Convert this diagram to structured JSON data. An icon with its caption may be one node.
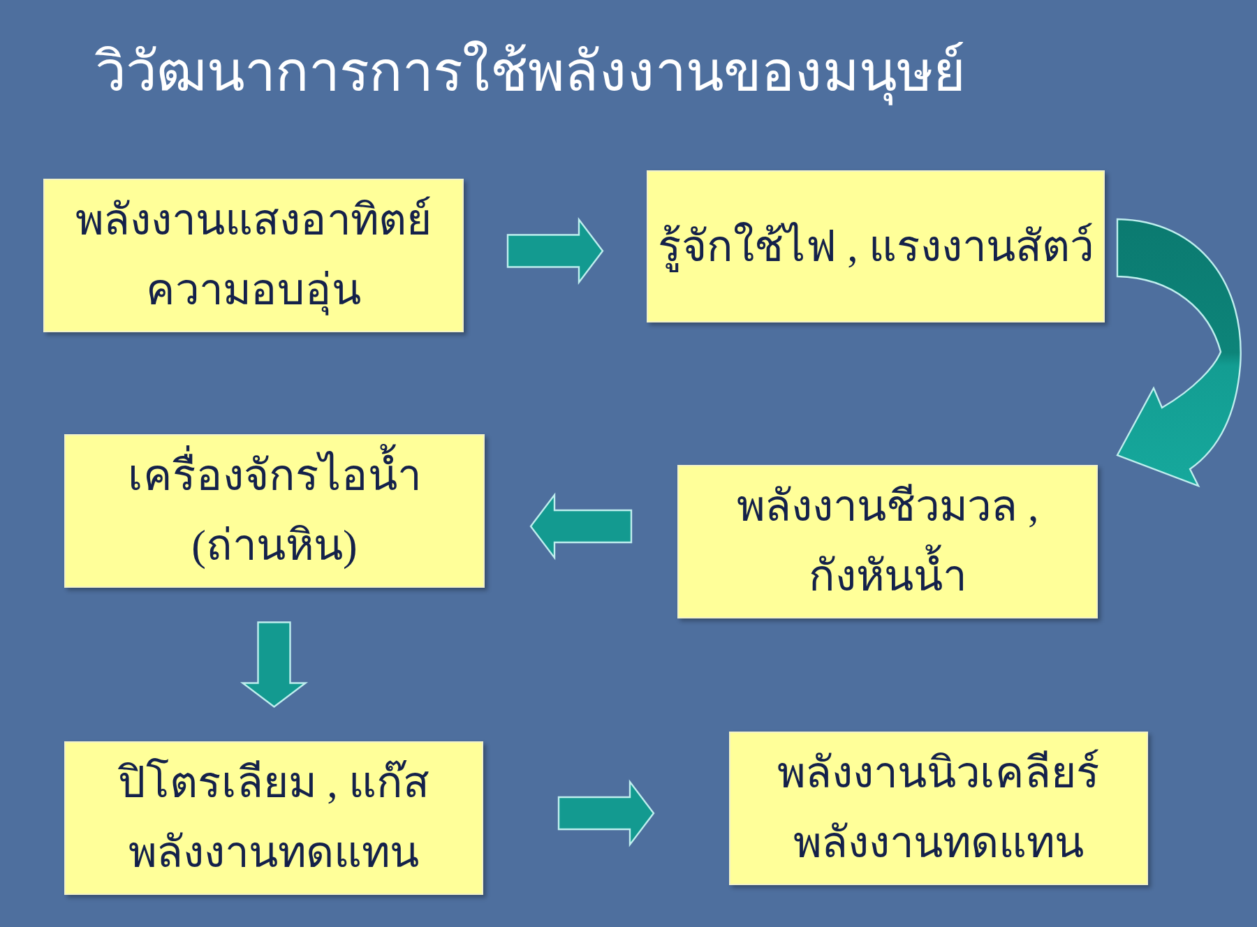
{
  "diagram": {
    "title": "วิวัฒนาการการใช้พลังงานของมนุษย์",
    "nodes": [
      {
        "text": [
          "พลังงานแสงอาทิตย์",
          "ความอบอุ่น"
        ]
      },
      {
        "text": [
          "รู้จักใช้ไฟ , แรงงานสัตว์"
        ]
      },
      {
        "text": [
          "เครื่องจักรไอน้ำ",
          "(ถ่านหิน)"
        ]
      },
      {
        "text": [
          "พลังงานชีวมวล , กังหันน้ำ"
        ]
      },
      {
        "text": [
          "ปิโตรเลียม , แก๊ส",
          "พลังงานทดแทน"
        ]
      },
      {
        "text": [
          "พลังงานนิวเคลียร์",
          "พลังงานทดแทน"
        ]
      }
    ],
    "edges": [
      {
        "from": 0,
        "to": 1,
        "arrow": "to"
      },
      {
        "from": 1,
        "to": 3,
        "arrow": "to"
      },
      {
        "from": 3,
        "to": 2,
        "arrow": "to"
      },
      {
        "from": 2,
        "to": 4,
        "arrow": "to"
      },
      {
        "from": 4,
        "to": 5,
        "arrow": "to"
      }
    ]
  }
}
